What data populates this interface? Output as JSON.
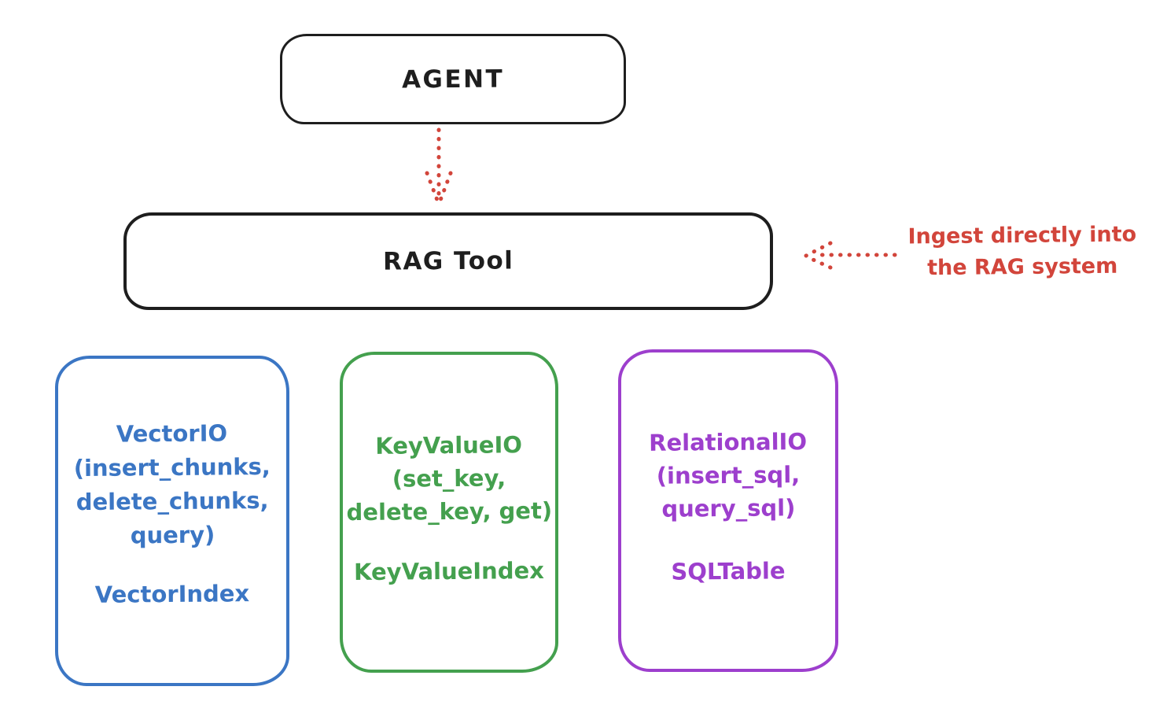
{
  "diagram": {
    "background": "#ffffff",
    "stroke_color": "#1e1e1e",
    "arrow_color": "#d2453b",
    "nodes": {
      "agent": {
        "label": "AGENT"
      },
      "rag_tool": {
        "label": "RAG Tool"
      },
      "vector_io": {
        "color": "#3b76c4",
        "line1": "VectorIO",
        "line2": "(insert_chunks,",
        "line3": "delete_chunks,",
        "line4": "query)",
        "index_label": "VectorIndex"
      },
      "keyvalue_io": {
        "color": "#44a04e",
        "line1": "KeyValueIO",
        "line2": "(set_key,",
        "line3": "delete_key, get)",
        "index_label": "KeyValueIndex"
      },
      "relational_io": {
        "color": "#9d3fcd",
        "line1": "RelationalIO",
        "line2": "(insert_sql,",
        "line3": "query_sql)",
        "index_label": "SQLTable"
      }
    },
    "annotation": {
      "color": "#d2453b",
      "line1": "Ingest directly into",
      "line2": "the RAG system"
    }
  }
}
